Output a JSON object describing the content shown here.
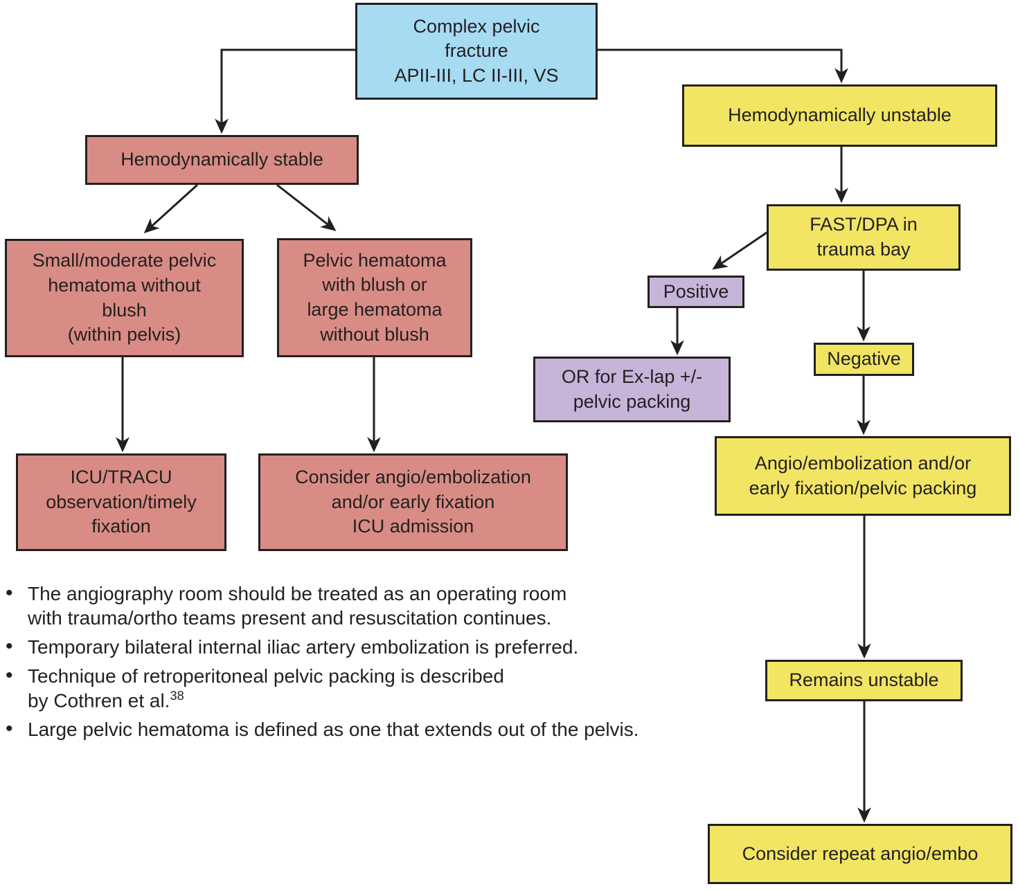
{
  "title": "Complex pelvic fracture management flowchart",
  "colors": {
    "blue": "#a6dbf2",
    "pink": "#d88c85",
    "yellow": "#f2e564",
    "purple": "#c6b4d9",
    "ink": "#231f20"
  },
  "nodes": {
    "complex": {
      "label": "Complex pelvic\nfracture\nAPII-III, LC II-III, VS"
    },
    "stable": {
      "label": "Hemodynamically stable"
    },
    "small_hematoma": {
      "label": "Small/moderate pelvic\nhematoma without\nblush\n(within pelvis)"
    },
    "blush_hematoma": {
      "label": "Pelvic hematoma\nwith blush or\nlarge hematoma\nwithout blush"
    },
    "icu_tracu": {
      "label": "ICU/TRACU\nobservation/timely\nfixation"
    },
    "consider_angio": {
      "label": "Consider angio/embolization\nand/or early fixation\nICU admission"
    },
    "unstable": {
      "label": "Hemodynamically unstable"
    },
    "fast_dpa": {
      "label": "FAST/DPA in\ntrauma bay"
    },
    "positive": {
      "label": "Positive"
    },
    "or_exlap": {
      "label": "OR for Ex-lap +/-\npelvic packing"
    },
    "negative": {
      "label": "Negative"
    },
    "angio_embo": {
      "label": "Angio/embolization and/or\nearly fixation/pelvic packing"
    },
    "remains_unstable": {
      "label": "Remains unstable"
    },
    "repeat_angio": {
      "label": "Consider repeat angio/embo"
    }
  },
  "notes": {
    "bullet_char": "•",
    "items": [
      {
        "text": "The angiography room should be treated as an operating room\nwith trauma/ortho teams present and resuscitation continues."
      },
      {
        "text": "Temporary bilateral internal iliac artery embolization is preferred."
      },
      {
        "text": "Technique of retroperitoneal pelvic packing is described\nby Cothren et al.",
        "sup": "38"
      },
      {
        "text": "Large pelvic hematoma is defined as one that extends out of the pelvis."
      }
    ]
  }
}
